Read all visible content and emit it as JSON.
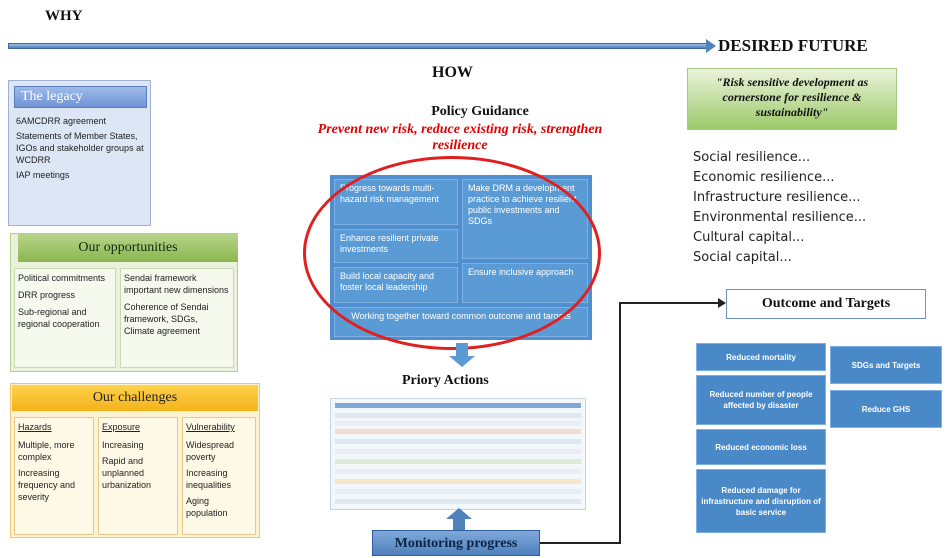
{
  "header": {
    "why": "WHY",
    "desired_future": "DESIRED FUTURE",
    "how": "HOW"
  },
  "legacy": {
    "title": "The legacy",
    "items": [
      "6AMCDRR agreement",
      "Statements of Member States, IGOs and stakeholder groups at WCDRR",
      "IAP meetings"
    ]
  },
  "opportunities": {
    "title": "Our opportunities",
    "col1": [
      "Political commitments",
      "DRR progress",
      "Sub-regional and regional cooperation"
    ],
    "col2": [
      "Sendai framework important new dimensions",
      "Coherence of Sendai framework, SDGs, Climate agreement"
    ]
  },
  "challenges": {
    "title": "Our challenges",
    "columns": [
      {
        "heading": "Hazards",
        "items": [
          "Multiple, more complex",
          "Increasing frequency and severity"
        ]
      },
      {
        "heading": "Exposure",
        "items": [
          "Increasing",
          "Rapid and unplanned urbanization"
        ]
      },
      {
        "heading": "Vulnerability",
        "items": [
          "Widespread poverty",
          "Increasing inequalities",
          "Aging population"
        ]
      }
    ]
  },
  "policy": {
    "title": "Policy Guidance",
    "subtitle": "Prevent new risk, reduce existing risk, strengthen resilience",
    "boxes": {
      "b1": "Progress towards multi-hazard risk management",
      "b2": "Make DRM a development practice to achieve resilient public investments and SDGs",
      "b3": "Enhance resilient private investments",
      "b4": "Build local capacity and foster local leadership",
      "b5": "Ensure inclusive approach",
      "b6": "Working together toward common outcome and targets"
    }
  },
  "priory_actions": "Priory Actions",
  "monitoring": "Monitoring progress",
  "desired": {
    "quote": "\"Risk sensitive development as cornerstone for resilience & sustainability\"",
    "resilience": [
      "Social resilience...",
      "Economic resilience...",
      "Infrastructure resilience...",
      "Environmental resilience...",
      "Cultural capital...",
      "Social capital..."
    ]
  },
  "outcome": {
    "title": "Outcome and Targets",
    "targets": {
      "t1": "Reduced mortality",
      "t2": "Reduced number of people affected by disaster",
      "t3": "Reduced economic loss",
      "t4": "Reduced damage for infrastructure and disruption of basic service",
      "t5": "SDGs and Targets",
      "t6": "Reduce GHS"
    }
  },
  "colors": {
    "accent_blue": "#5b9bd5",
    "oval_red": "#e02020",
    "green": "#8cb54f",
    "yellow": "#f3b21a"
  }
}
